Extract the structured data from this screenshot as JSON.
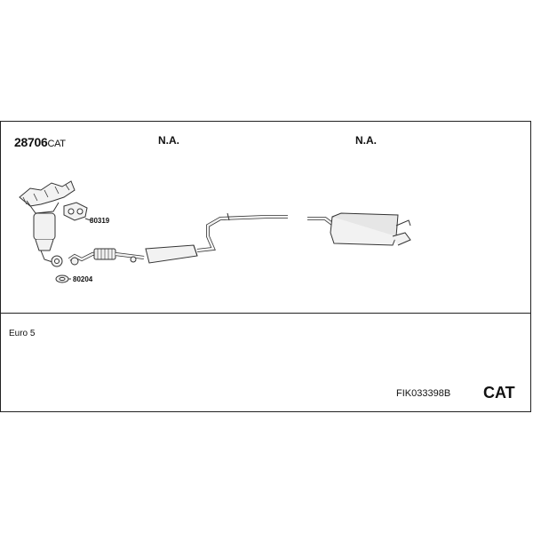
{
  "diagram": {
    "main_part_number": "28706",
    "main_part_suffix": "CAT",
    "na_label_1": "N.A.",
    "na_label_2": "N.A.",
    "part_label_1": "80319",
    "part_label_2": "80204",
    "emission_standard": "Euro 5",
    "kit_code": "FIK033398B",
    "category": "CAT"
  }
}
